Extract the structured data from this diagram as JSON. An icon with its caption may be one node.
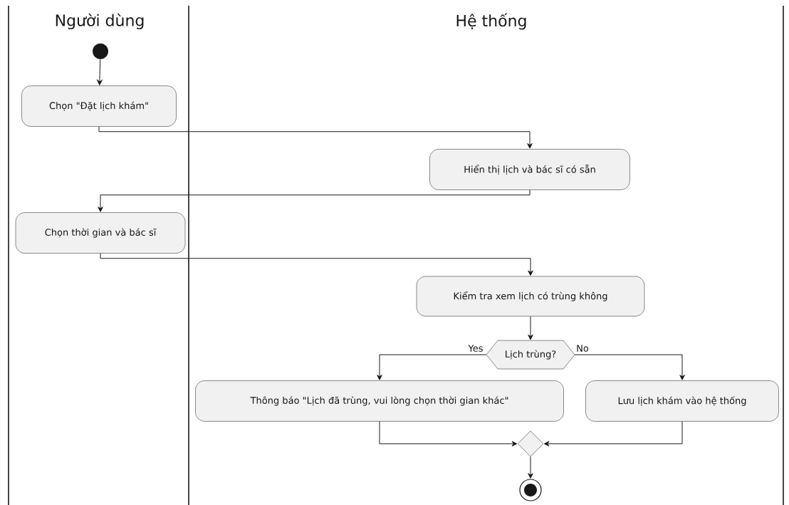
{
  "diagram": {
    "nodes": [
      {
        "text": [],
        "shape": "circle"
      },
      {
        "text": [
          "Chọn \"Đặt lịch khám\""
        ]
      },
      {
        "text": [
          "Hiển thị lịch và bác sĩ có sẵn"
        ]
      },
      {
        "text": [
          "Chọn thời gian và bác sĩ"
        ]
      },
      {
        "text": [
          "Kiểm tra xem lịch có trùng không"
        ]
      },
      {
        "text": [
          "Lịch trùng?"
        ]
      },
      {
        "text": [
          "Thông báo \"Lịch đã trùng, vui lòng chọn thời gian khác\""
        ]
      },
      {
        "text": [
          "Lưu lịch khám vào hệ thống"
        ]
      },
      {
        "text": [],
        "shape": "diamond"
      },
      {
        "text": [],
        "shape": "circle"
      }
    ],
    "edges": [
      {
        "from": 0,
        "to": 1,
        "arrow": "to"
      },
      {
        "from": 1,
        "to": 2,
        "arrow": "to"
      },
      {
        "from": 2,
        "to": 3,
        "arrow": "to"
      },
      {
        "from": 3,
        "to": 4,
        "arrow": "to"
      },
      {
        "from": 4,
        "to": 5,
        "arrow": "to"
      },
      {
        "from": 5,
        "to": 6,
        "arrow": "to",
        "label": "Yes"
      },
      {
        "from": 5,
        "to": 7,
        "arrow": "to",
        "label": "No"
      },
      {
        "from": 6,
        "to": 8,
        "arrow": "to"
      },
      {
        "from": 7,
        "to": 8,
        "arrow": "to"
      },
      {
        "from": 8,
        "to": 9,
        "arrow": "to"
      }
    ],
    "labels": [
      "Người dùng",
      "Hệ thống"
    ]
  }
}
